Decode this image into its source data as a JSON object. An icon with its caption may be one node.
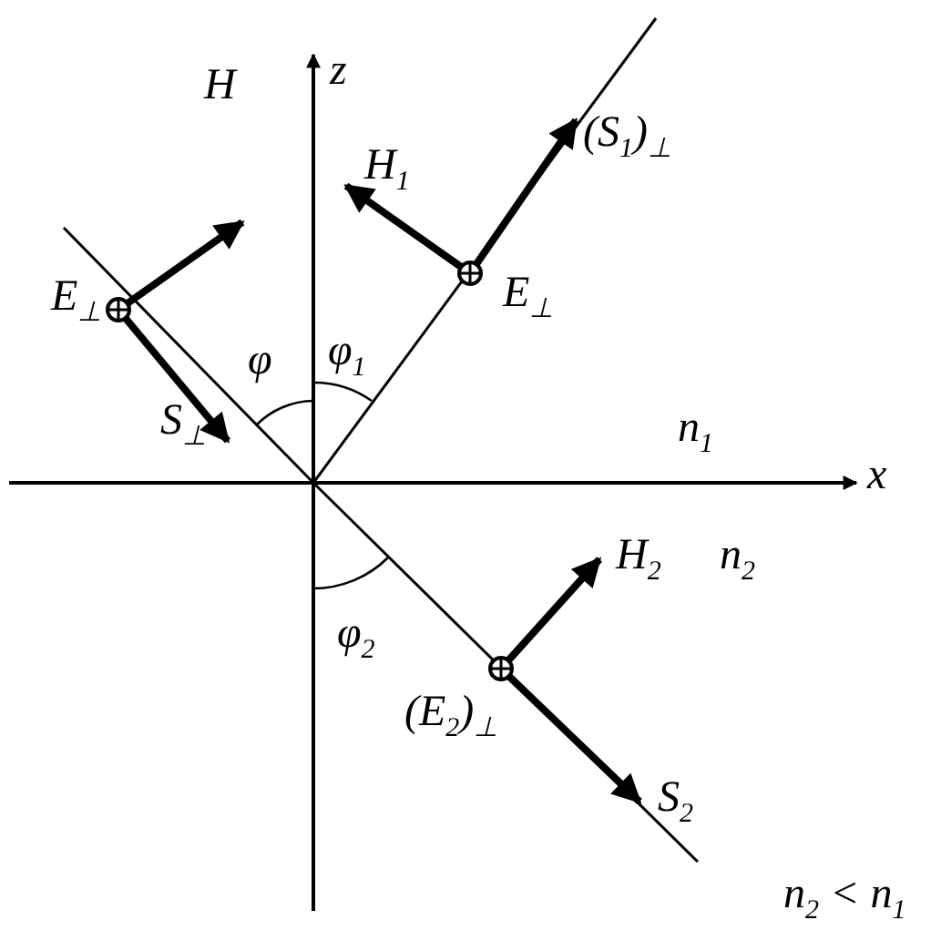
{
  "diagram": {
    "labels": [
      "H",
      "z",
      "H$_{1}$",
      "(S$_{1}$)$_{⊥}$",
      "E$_{⊥}$",
      "E$_{⊥}$",
      "φ",
      "φ$_{1}$",
      "S$_{⊥}$",
      "n$_{1}$",
      "x",
      "H$_{2}$",
      "n$_{2}$",
      "φ$_{2}$",
      "(E$_{2}$)$_{⊥}$",
      "S$_{2}$",
      "n$_{2}$ < n$_{1}$"
    ]
  }
}
